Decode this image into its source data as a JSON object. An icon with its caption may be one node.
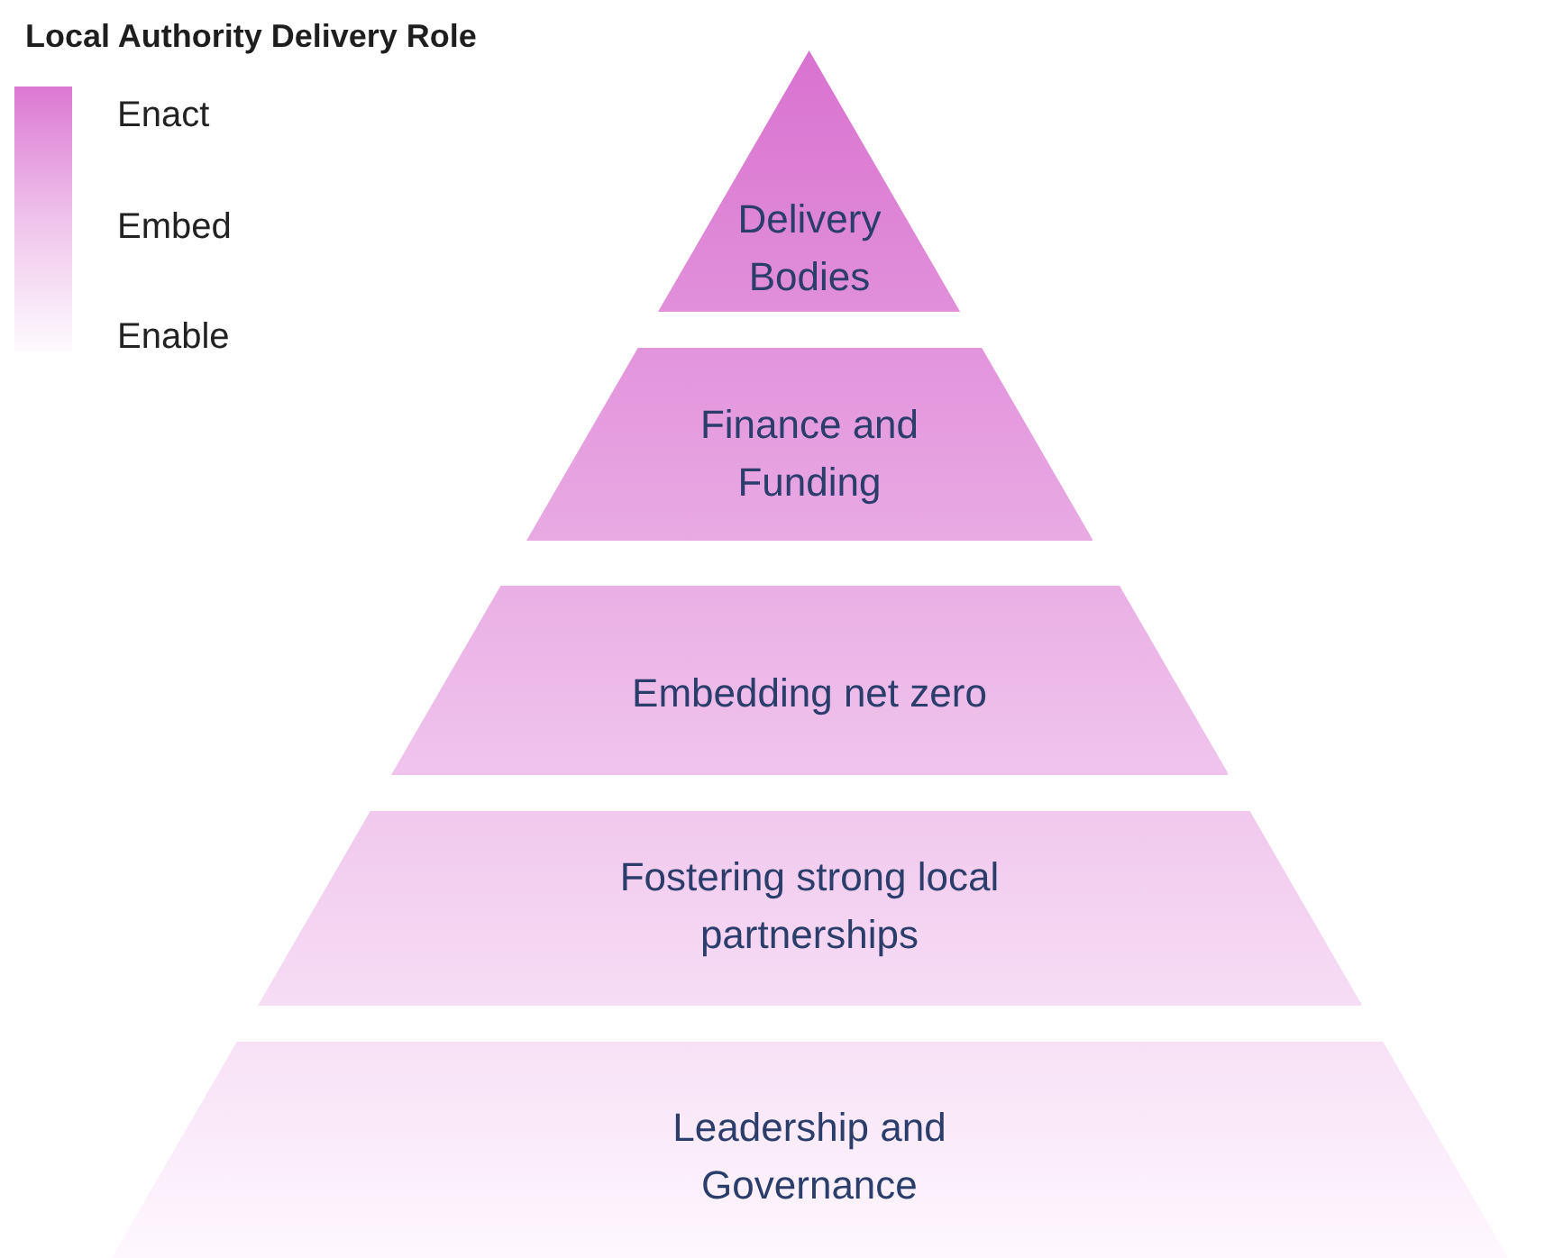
{
  "diagram": {
    "title": "Local Authority Delivery Role",
    "nodes": [
      {
        "text": [
          "Delivery Bodies"
        ]
      },
      {
        "text": [
          "Finance and Funding"
        ]
      },
      {
        "text": [
          "Embedding net zero"
        ]
      },
      {
        "text": [
          "Fostering strong local partnerships"
        ]
      },
      {
        "text": [
          "Leadership and Governance"
        ]
      }
    ],
    "legend": [
      {
        "text": "Enact",
        "color": "#dc78d3"
      },
      {
        "text": "Embed",
        "color": "#efc3eb"
      },
      {
        "text": "Enable",
        "color": "#fefbfe"
      }
    ]
  }
}
